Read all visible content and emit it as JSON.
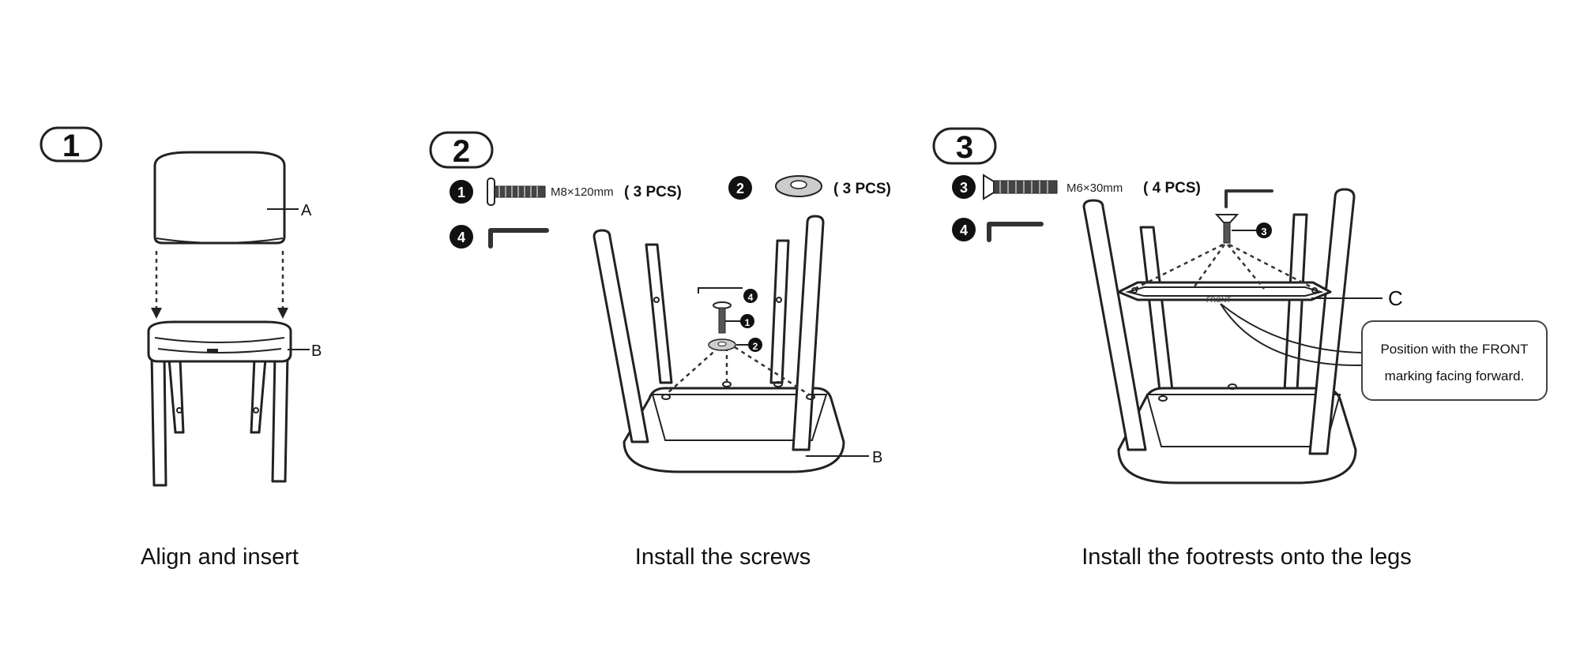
{
  "steps": [
    {
      "number": "1",
      "caption": "Align and insert",
      "labels": {
        "seat_cushion": "A",
        "chair_frame": "B"
      }
    },
    {
      "number": "2",
      "caption": "Install the screws",
      "parts": [
        {
          "num": "1",
          "spec": "M8×120mm",
          "qty": "( 3 PCS)",
          "icon": "bolt-icon"
        },
        {
          "num": "2",
          "spec": "",
          "qty": "( 3 PCS)",
          "icon": "washer-icon"
        },
        {
          "num": "4",
          "spec": "",
          "qty": "",
          "icon": "allen-key-icon"
        }
      ],
      "labels": {
        "seat": "B"
      }
    },
    {
      "number": "3",
      "caption": "Install the footrests onto the legs",
      "parts": [
        {
          "num": "3",
          "spec": "M6×30mm",
          "qty": "( 4 PCS)",
          "icon": "countersunk-screw-icon"
        },
        {
          "num": "4",
          "spec": "",
          "qty": "",
          "icon": "allen-key-icon"
        }
      ],
      "labels": {
        "footrest": "C",
        "front_mark": "FRONT"
      },
      "note": {
        "line1": "Position with the FRONT",
        "line2": "marking facing forward."
      }
    }
  ]
}
